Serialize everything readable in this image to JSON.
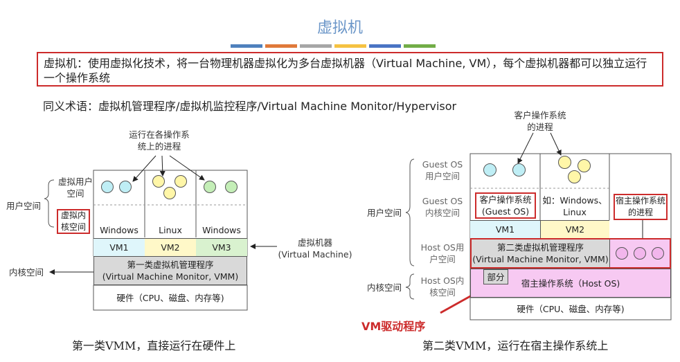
{
  "title": "虚拟机",
  "definition": "虚拟机：使用虚拟化技术，将一台物理机器虚拟化为多台虚拟机器（Virtual Machine, VM），每个虚拟机器都可以独立运行一个操作系统",
  "synonyms": "同义术语：虚拟机管理程序/虚拟机监控程序/Virtual Machine Monitor/Hypervisor",
  "colors": {
    "accent_red": "#cc2b2b",
    "title_blue": "#6b96c8",
    "vm_cyan": "#dff6fb",
    "vm_yellow": "#fff8c8",
    "vm_green": "#d9f2cf",
    "gray": "#d9d9d9",
    "pink": "#f7c9f2"
  },
  "left": {
    "processes_label": "运行在各操作系统上的进程",
    "virtual_user_space": "虚拟用户空间",
    "virtual_kernel_space": "虚拟内核空间",
    "user_space": "用户空间",
    "kernel_space": "内核空间",
    "os": [
      "Windows",
      "Linux",
      "Windows"
    ],
    "vms": [
      "VM1",
      "VM2",
      "VM3"
    ],
    "vmm_line1": "第一类虚拟机管理程序",
    "vmm_line2": "(Virtual Machine Monitor, VMM)",
    "hardware": "硬件（CPU、磁盘、内存等)",
    "virtual_machine_line1": "虚拟机器",
    "virtual_machine_line2": "(Virtual Machine)",
    "caption": "第一类VMM，直接运行在硬件上"
  },
  "right": {
    "guest_processes": "客户操作系统的进程",
    "guest_os_user": "Guest OS用户空间",
    "guest_os_kernel": "Guest OS内核空间",
    "host_os_user": "Host OS用户空间",
    "host_os_kernel": "Host OS内核空间",
    "user_space": "用户空间",
    "kernel_space": "内核空间",
    "guest_os_box_line1": "客户操作系统",
    "guest_os_box_line2": "(Guest OS)",
    "os2_line1": "如：Windows、",
    "os2_line2": "Linux",
    "host_processes": "宿主操作系统的进程",
    "vms": [
      "VM1",
      "VM2"
    ],
    "vmm_line1": "第二类虚拟机管理程序",
    "vmm_line2": "(Virtual Machine Monitor, VMM)",
    "part": "部分",
    "host_os": "宿主操作系统（Host OS)",
    "hardware": "硬件（CPU、磁盘、内存等)",
    "driver": "VM驱动程序",
    "caption": "第二类VMM，运行在宿主操作系统上"
  }
}
